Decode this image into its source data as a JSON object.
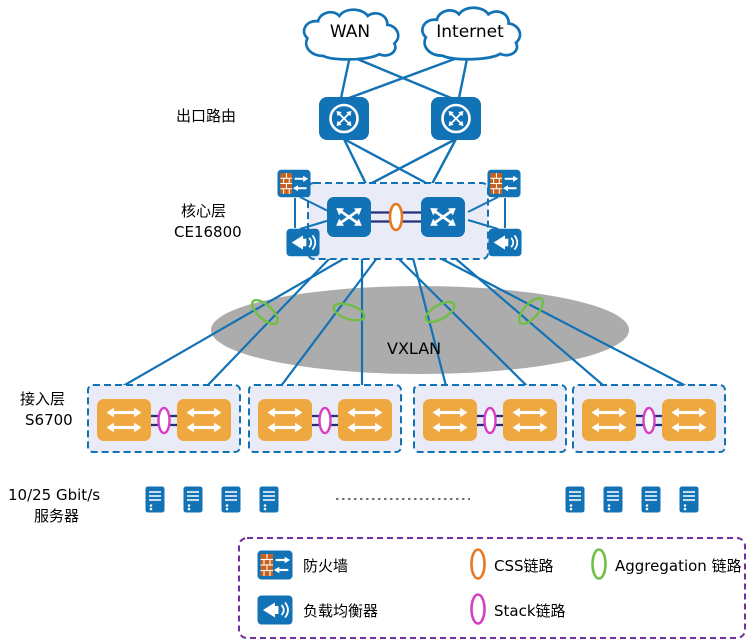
{
  "diagram": {
    "clouds": {
      "wan": "WAN",
      "internet": "Internet"
    },
    "labels": {
      "exit_router": "出口路由",
      "core_layer_line1": "核心层",
      "core_layer_line2": "CE16800",
      "vxlan": "VXLAN",
      "access_layer_line1": "接入层",
      "access_layer_line2": "S6700",
      "servers_line1": "10/25 Gbit/s",
      "servers_line2": "服务器"
    },
    "legend": {
      "firewall": "防火墙",
      "load_balancer": "负载均衡器",
      "css_link": "CSS链路",
      "stack_link": "Stack链路",
      "aggregation_link": "Aggregation 链路"
    },
    "colors": {
      "device_blue": "#1272B6",
      "switch_orange": "#EFA73F",
      "css_link_orange": "#E87722",
      "stack_link_pink": "#D63FC4",
      "aggregation_link_green": "#70BF44",
      "vxlan_gray": "#ACACAC",
      "legend_border_purple": "#7030A0",
      "link_line_blue": "#1272B6",
      "inter_switch_navy": "#232E7E"
    }
  }
}
